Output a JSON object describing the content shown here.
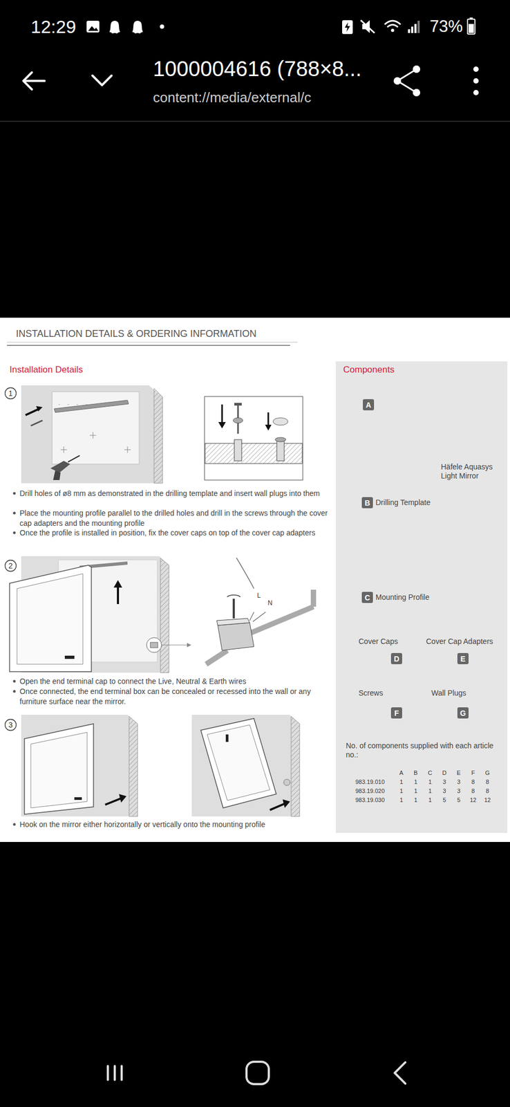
{
  "diagram": {
    "title": "INSTALLATION DETAILS & ORDERING INFORMATION",
    "nodes": [
      {
        "text": [
          "1"
        ]
      },
      {
        "text": [
          "2"
        ]
      },
      {
        "text": [
          "3"
        ]
      },
      {
        "text": [
          "Components"
        ]
      },
      {
        "text": [
          "A"
        ],
        "in": 3
      },
      {
        "text": [
          "B"
        ],
        "in": 3
      },
      {
        "text": [
          "C"
        ],
        "in": 3
      },
      {
        "text": [
          "D"
        ],
        "in": 3
      },
      {
        "text": [
          "E"
        ],
        "in": 3
      },
      {
        "text": [
          "F"
        ],
        "in": 3
      },
      {
        "text": [
          "G"
        ],
        "in": 3
      }
    ],
    "labels": [
      "12:29",
      "73%",
      "1000004616 (788×8...",
      "content://media/external/c",
      "Installation Details",
      "Drill holes of ø8 mm as demonstrated in the drilling template and insert wall plugs into them",
      "Place the mounting profile parallel to the drilled holes and drill in the screws through the cover cap adapters and the mounting profile",
      "Once the profile is installed in position, fix the cover caps on top of the cover cap adapters",
      "L",
      "N",
      "Open the end terminal cap to connect the Live, Neutral & Earth wires",
      "Once connected, the end terminal box can be concealed or recessed into the wall or any furniture surface near the mirror.",
      "Hook on the mirror either horizontally or vertically onto the mounting profile",
      "Häfele Aquasys Light Mirror",
      "Drilling Template",
      "Mounting Profile",
      "Cover Caps",
      "Cover Cap Adapters",
      "Screws",
      "Wall Plugs",
      "No. of components supplied with each article no.:",
      "A",
      "B",
      "C",
      "D",
      "E",
      "F",
      "G",
      "983.19.010",
      "1",
      "1",
      "1",
      "3",
      "3",
      "8",
      "8",
      "983.19.020",
      "1",
      "1",
      "1",
      "3",
      "3",
      "8",
      "8",
      "983.19.030",
      "1",
      "1",
      "1",
      "5",
      "5",
      "12",
      "12"
    ]
  }
}
